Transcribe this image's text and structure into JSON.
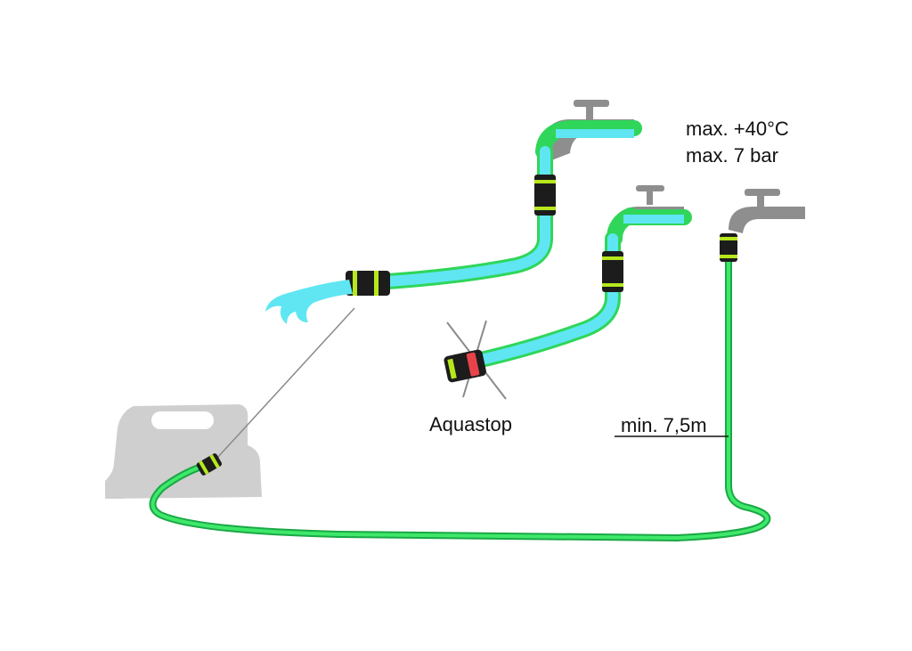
{
  "labels": {
    "max_temperature": "max. +40°C",
    "max_pressure": "max. 7 bar",
    "aquastop": "Aquastop",
    "min_hose_length": "min. 7,5m"
  },
  "colors": {
    "water": "#5fe6f2",
    "hose": "#2fd65a",
    "hose_outline": "#1aa845",
    "coupling": "#1c1c1c",
    "coupling_accent": "#b6e81c",
    "aquastop_valve": "#e8434a",
    "tap": "#8e8e8e",
    "machine": "#cfcfcf",
    "leader_line": "#8a8a8a",
    "cross_mark": "#8a8a8a"
  },
  "icons": {
    "tap": "water-tap-icon",
    "machine": "pressure-washer-icon",
    "aquastop": "aquastop-valve-icon",
    "prohibition": "cross-mark-icon"
  }
}
